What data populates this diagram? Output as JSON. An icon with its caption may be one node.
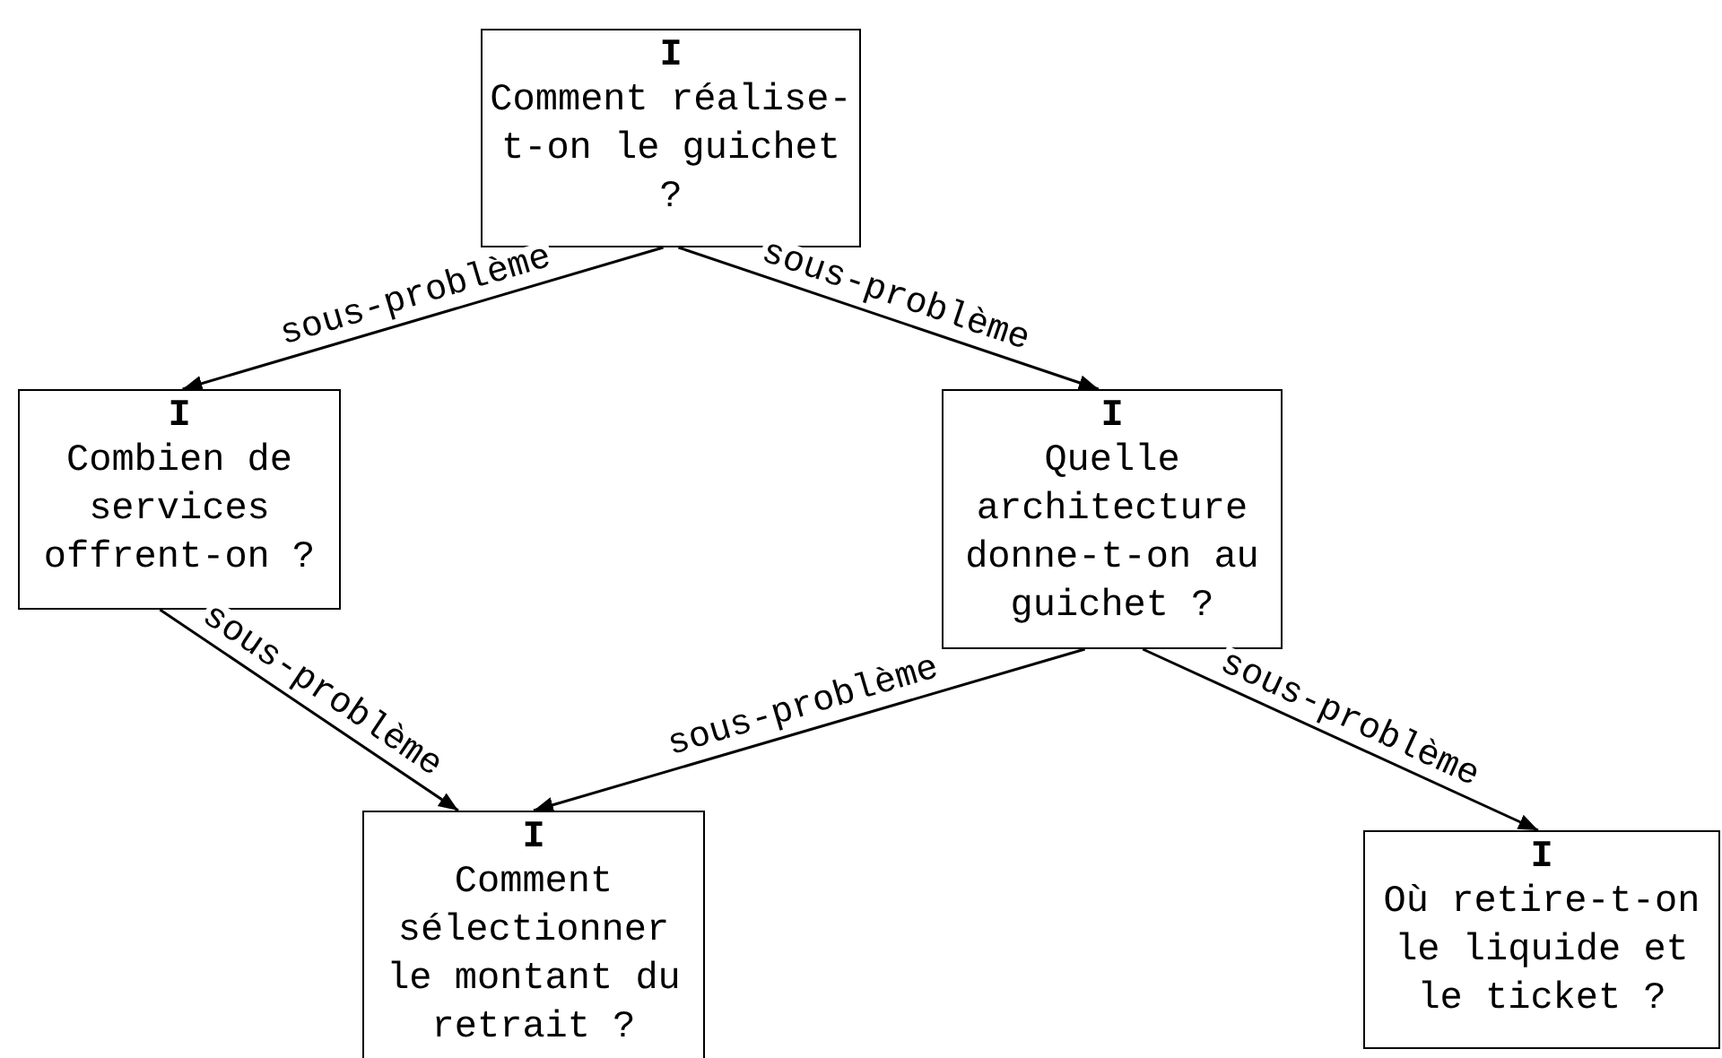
{
  "diagram": {
    "nodes": [
      {
        "text": [
          "I",
          "Comment réalise-t-on le guichet ?"
        ]
      },
      {
        "text": [
          "I",
          "Combien de services offrent-on ?"
        ]
      },
      {
        "text": [
          "I",
          "Quelle architecture donne-t-on au guichet ?"
        ]
      },
      {
        "text": [
          "I",
          "Comment sélectionner le montant du retrait ?"
        ]
      },
      {
        "text": [
          "I",
          "Où retire-t-on le liquide et le ticket ?"
        ]
      }
    ],
    "edges": [
      {
        "from": 0,
        "to": 1,
        "arrow": "to",
        "label": "sous-problème"
      },
      {
        "from": 0,
        "to": 2,
        "arrow": "to",
        "label": "sous-problème"
      },
      {
        "from": 1,
        "to": 3,
        "arrow": "to",
        "label": "sous-problème"
      },
      {
        "from": 2,
        "to": 3,
        "arrow": "to",
        "label": "sous-problème"
      },
      {
        "from": 2,
        "to": 4,
        "arrow": "to",
        "label": "sous-problème"
      }
    ]
  }
}
